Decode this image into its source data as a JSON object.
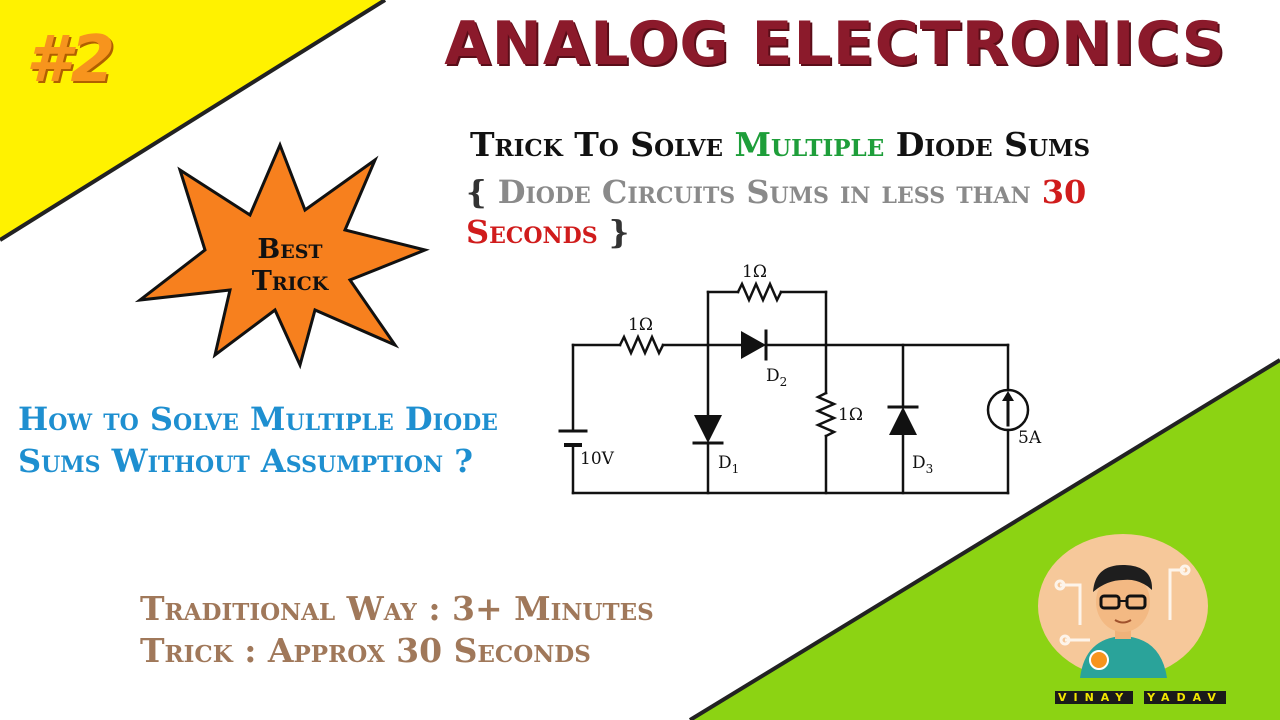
{
  "episode": "#2",
  "main_title": "ANALOG ELECTRONICS",
  "headline": {
    "pre": "Trick To Solve ",
    "highlight": "Multiple",
    "post": " Diode Sums"
  },
  "subline": {
    "open": "{ ",
    "text": "Diode Circuits Sums in less than ",
    "num": "30",
    "word": "Seconds",
    "close": " }"
  },
  "badge": {
    "line1": "Best",
    "line2": "Trick"
  },
  "question": "How to Solve Multiple Diode Sums Without Assumption ?",
  "timing": {
    "line1": "Traditional Way : 3+ Minutes",
    "line2": "Trick : Approx 30 Seconds"
  },
  "circuit": {
    "r_top": "1Ω",
    "r_left": "1Ω",
    "r_mid": "1Ω",
    "voltage": "10V",
    "current": "5A",
    "d1": "D",
    "d1_sub": "1",
    "d2": "D",
    "d2_sub": "2",
    "d3": "D",
    "d3_sub": "3"
  },
  "credit": {
    "part1": "VINAY",
    "part2": "YADAV"
  },
  "colors": {
    "yellow": "#fff200",
    "green": "#8cd313",
    "star": "#f7801e",
    "title": "#8b1a2b"
  }
}
